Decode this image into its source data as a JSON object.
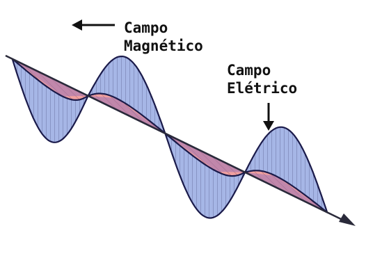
{
  "labels": {
    "magnetic": [
      "Campo",
      "Magnético"
    ],
    "electric": [
      "Campo",
      "Elétrico"
    ]
  },
  "colors": {
    "magnetic_fill": "#a6b6e6",
    "electric_fill": "#f0a0a0",
    "overlap_fill": "#9a72b4",
    "outline": "#1a1a4a",
    "axis": "#2a2a3a",
    "text": "#111111"
  },
  "icons": [
    "arrow-left-icon",
    "arrow-down-icon",
    "axis-arrowhead-icon"
  ]
}
